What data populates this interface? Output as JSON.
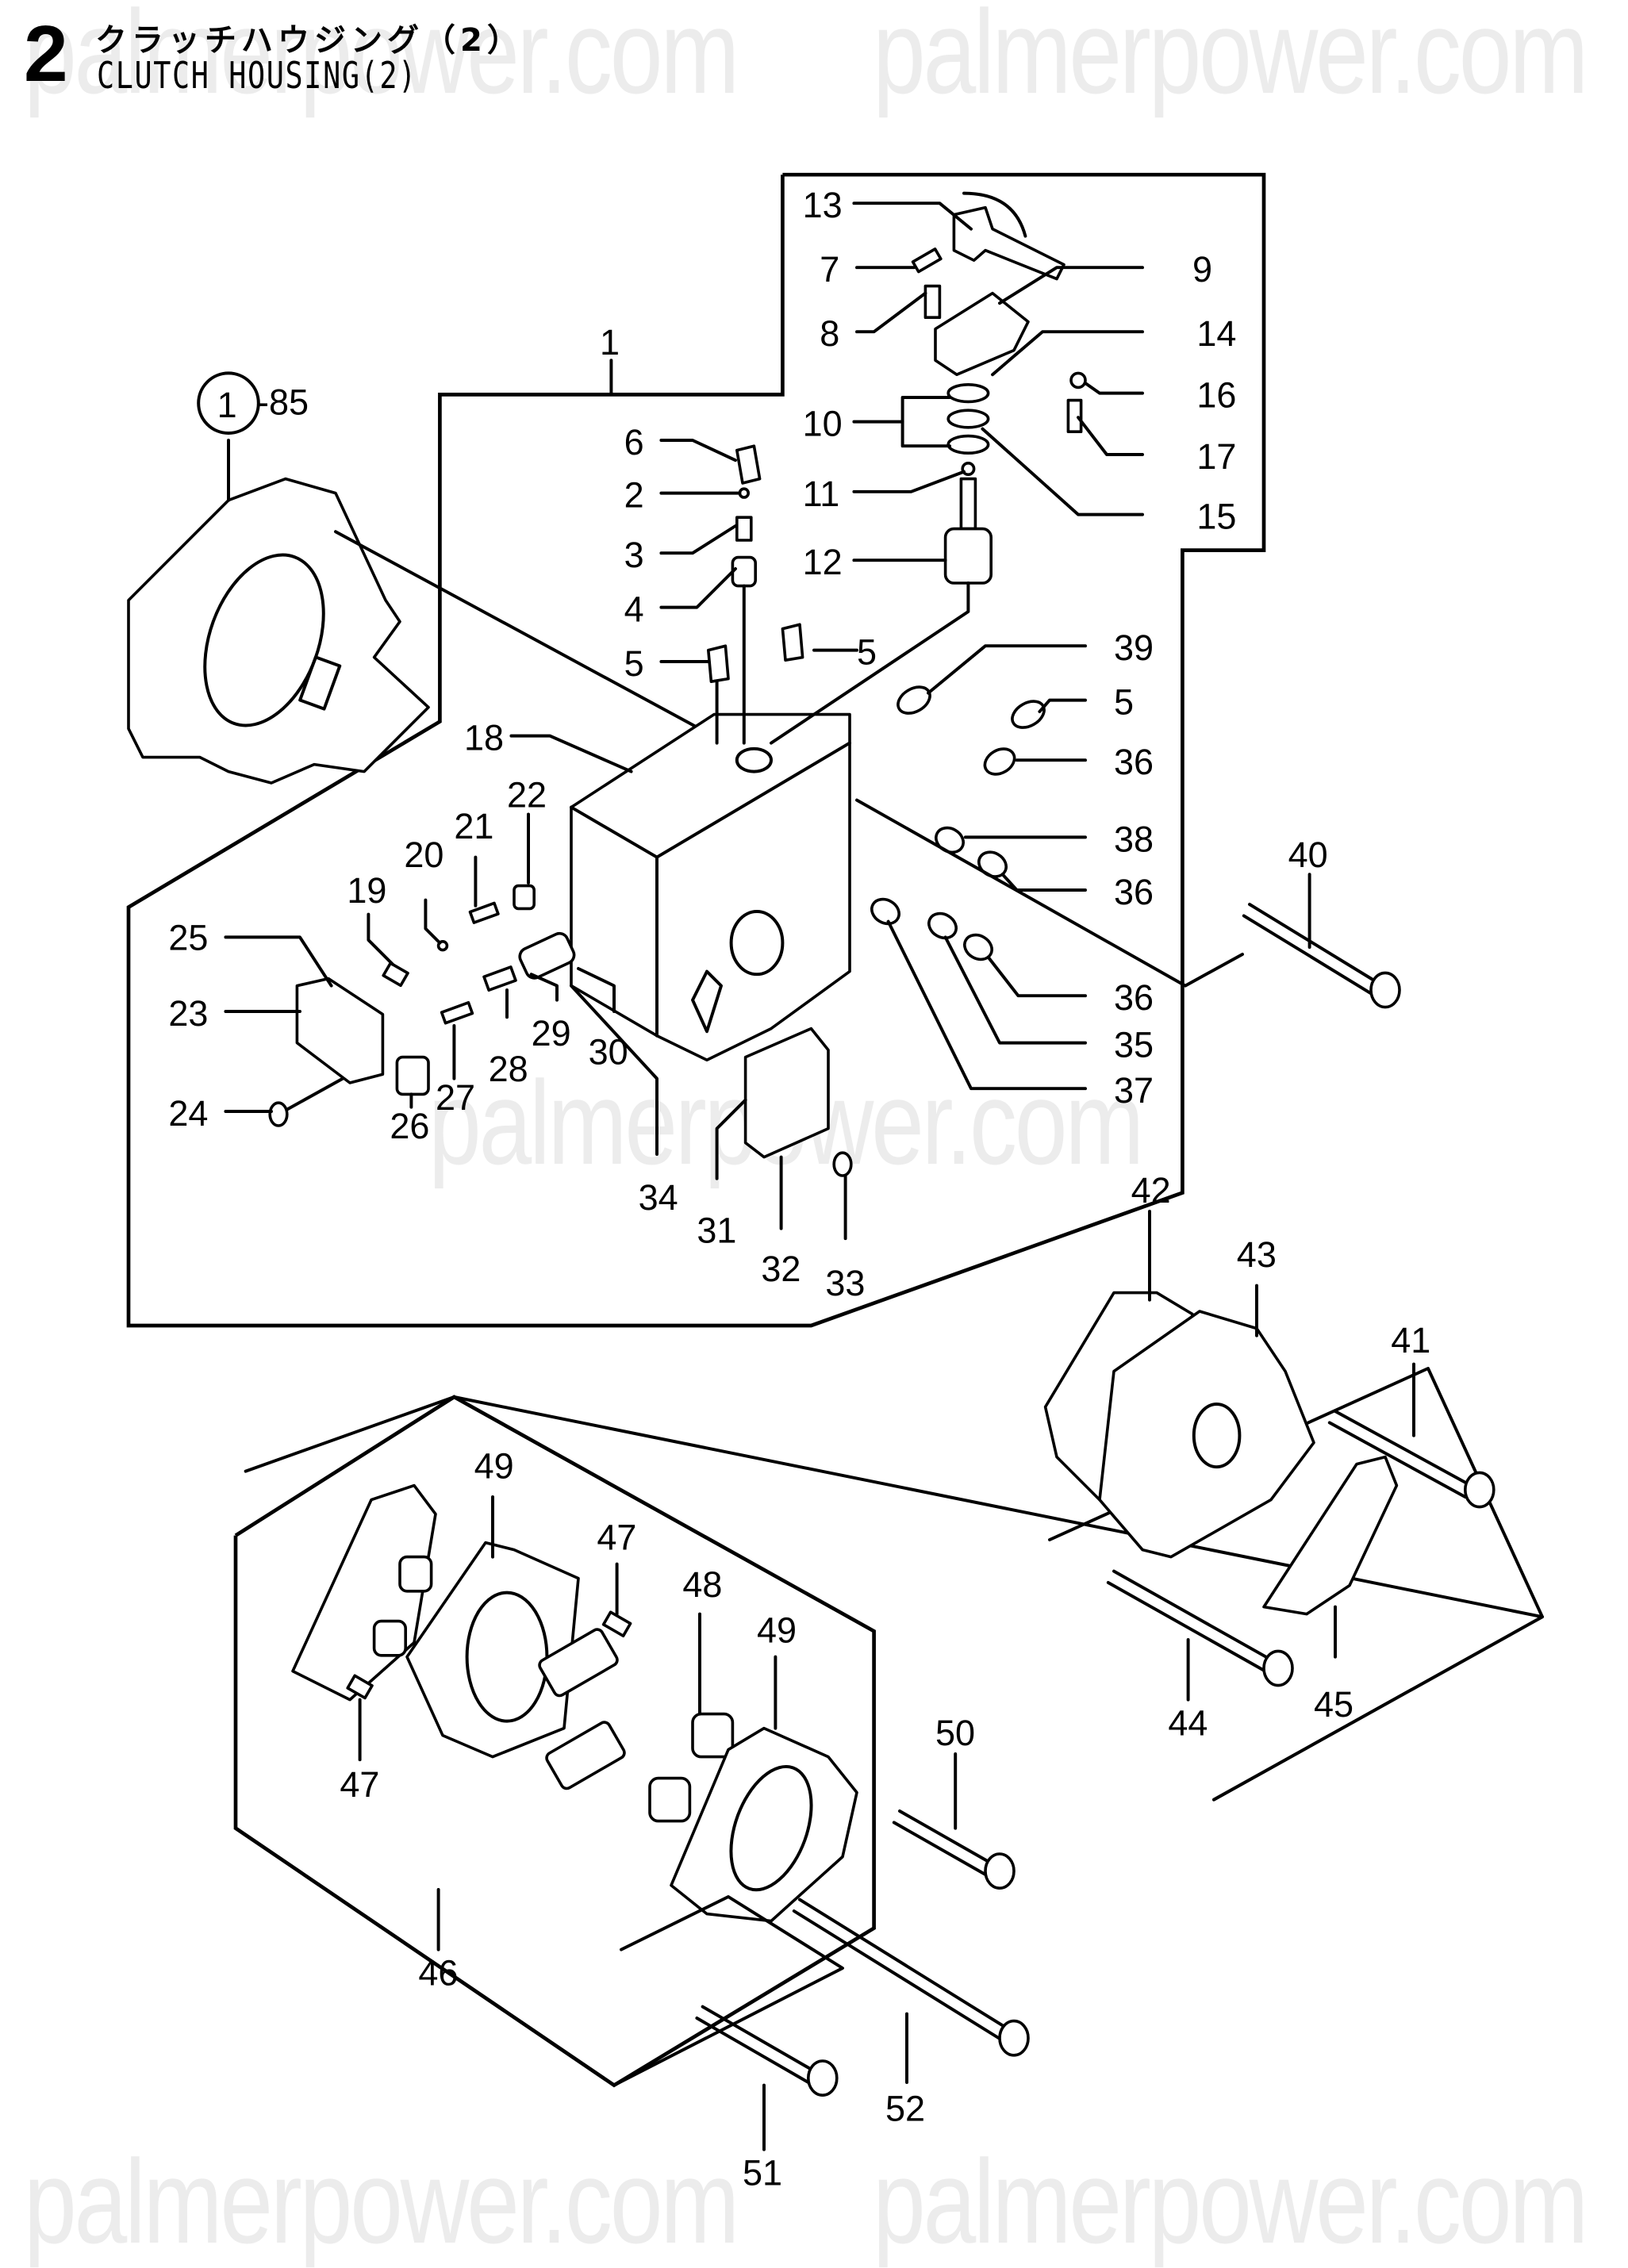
{
  "watermark": "palmerpower.com",
  "header": {
    "section_number": "2",
    "title_jp": "クラッチハウジング（2）",
    "title_en": "CLUTCH HOUSING(2)"
  },
  "reference_callout": {
    "circled": "1",
    "suffix": "-85"
  },
  "labels": {
    "p1": "1",
    "p2": "2",
    "p3": "3",
    "p4": "4",
    "p5a": "5",
    "p5b": "5",
    "p5c": "5",
    "p6": "6",
    "p7": "7",
    "p8": "8",
    "p9": "9",
    "p10": "10",
    "p11": "11",
    "p12": "12",
    "p13": "13",
    "p14": "14",
    "p15": "15",
    "p16": "16",
    "p17": "17",
    "p18": "18",
    "p19": "19",
    "p20": "20",
    "p21": "21",
    "p22": "22",
    "p23": "23",
    "p24": "24",
    "p25": "25",
    "p26": "26",
    "p27": "27",
    "p28": "28",
    "p29": "29",
    "p30": "30",
    "p31": "31",
    "p32": "32",
    "p33": "33",
    "p34": "34",
    "p35": "35",
    "p36a": "36",
    "p36b": "36",
    "p36c": "36",
    "p37": "37",
    "p38": "38",
    "p39": "39",
    "p40": "40",
    "p41": "41",
    "p42": "42",
    "p43": "43",
    "p44": "44",
    "p45": "45",
    "p46": "46",
    "p47a": "47",
    "p47b": "47",
    "p48": "48",
    "p49a": "49",
    "p49b": "49",
    "p50": "50",
    "p51": "51",
    "p52": "52"
  }
}
